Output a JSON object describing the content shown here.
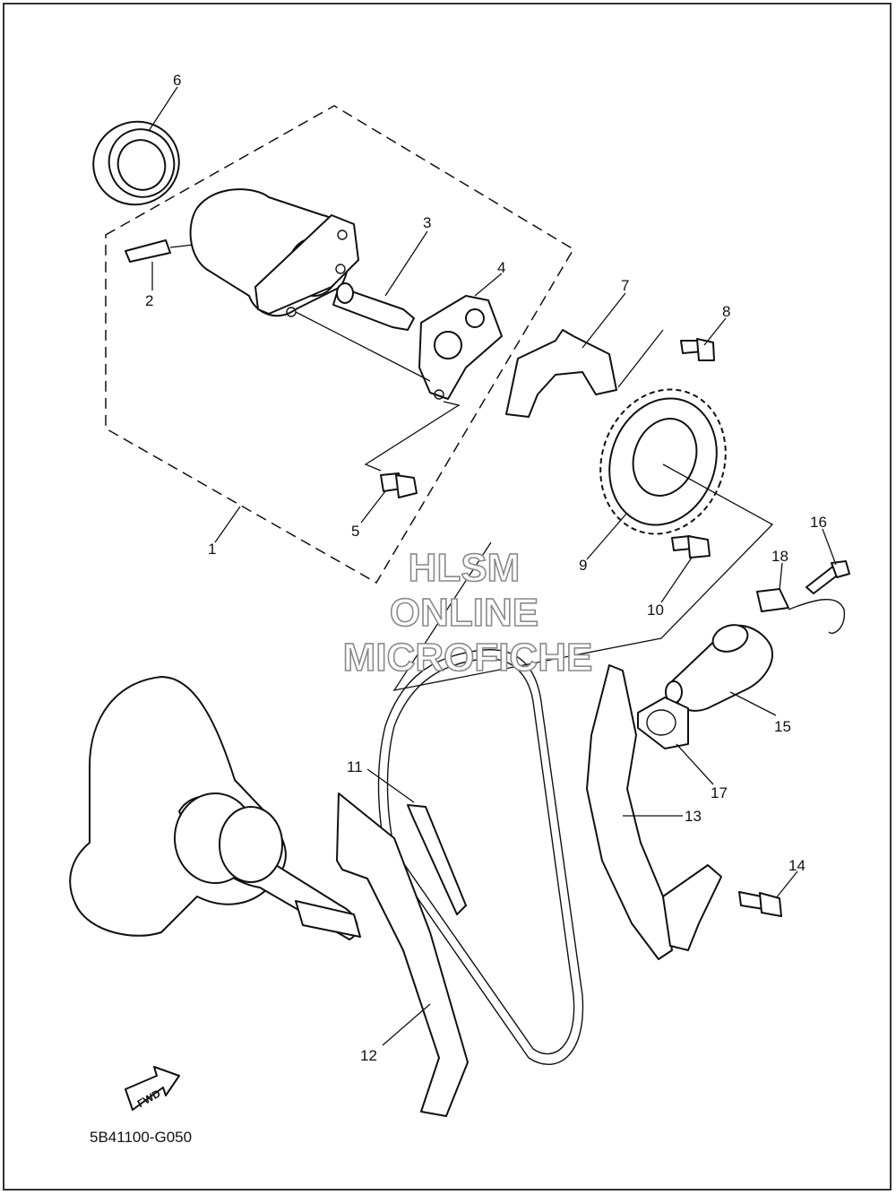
{
  "callouts": [
    {
      "id": "c1",
      "label": "1"
    },
    {
      "id": "c2",
      "label": "2"
    },
    {
      "id": "c3",
      "label": "3"
    },
    {
      "id": "c4",
      "label": "4"
    },
    {
      "id": "c5",
      "label": "5"
    },
    {
      "id": "c6",
      "label": "6"
    },
    {
      "id": "c7",
      "label": "7"
    },
    {
      "id": "c8",
      "label": "8"
    },
    {
      "id": "c9",
      "label": "9"
    },
    {
      "id": "c10",
      "label": "10"
    },
    {
      "id": "c11",
      "label": "11"
    },
    {
      "id": "c12",
      "label": "12"
    },
    {
      "id": "c13",
      "label": "13"
    },
    {
      "id": "c14",
      "label": "14"
    },
    {
      "id": "c15",
      "label": "15"
    },
    {
      "id": "c16",
      "label": "16"
    },
    {
      "id": "c17",
      "label": "17"
    },
    {
      "id": "c18",
      "label": "18"
    }
  ],
  "watermark": {
    "line1": "HLSM",
    "line2": "ONLINE",
    "line3": "MICROFICHE"
  },
  "fwd_badge": "FWD",
  "diagram_code": "5B41100-G050"
}
